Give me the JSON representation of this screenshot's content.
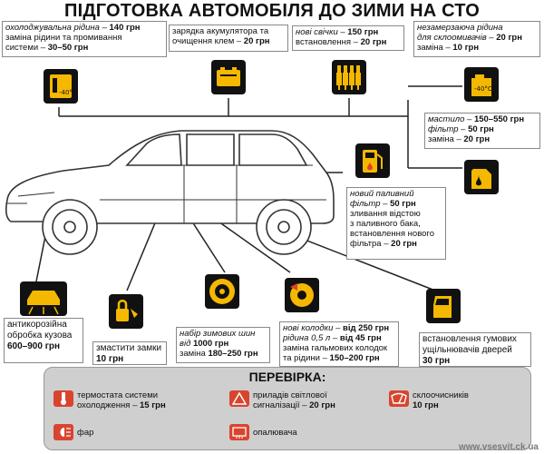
{
  "title": "ПІДГОТОВКА АВТОМОБІЛЯ ДО ЗИМИ НА СТО",
  "items": {
    "coolant": {
      "line1_it": "охолоджувальна рідина",
      "line1_price": "140 грн",
      "line2": "заміна рідини та промивання",
      "line3": "системи –",
      "line3_price": "30–50 грн",
      "icon": "coolant-temp-icon",
      "icon_text": "-40°C"
    },
    "battery": {
      "line1": "зарядка акумулятора та",
      "line2": "очищення клем –",
      "line2_price": "20 грн",
      "icon": "battery-icon"
    },
    "spark": {
      "line1_it": "нові свічки –",
      "line1_price": "150 грн",
      "line2": "встановлення –",
      "line2_price": "20 грн",
      "icon": "spark-plugs-icon"
    },
    "washer": {
      "line1_it": "незамерзаюча рідина",
      "line2_it": "для склоомивачів –",
      "line2_price": "20 грн",
      "line3": "заміна –",
      "line3_price": "10 грн",
      "icon": "washer-fluid-icon",
      "icon_text": "-40°C"
    },
    "oil": {
      "line1_it": "мастило –",
      "line1_price": "150–550 грн",
      "line2_it": "фільтр –",
      "line2_price": "50 грн",
      "line3": "заміна –",
      "line3_price": "20 грн",
      "icon": "oil-canister-icon"
    },
    "fuel": {
      "line1_it": "новий паливний",
      "line2_it": "фільтр –",
      "line2_price": "50 грн",
      "line3": "зливання відстою",
      "line4": "з паливного бака,",
      "line5": "встановлення нового",
      "line6": "фільтра –",
      "line6_price": "20 грн",
      "icon": "fuel-pump-icon"
    },
    "body": {
      "line1": "антикорозійна",
      "line2": "обробка кузова",
      "line3_price": "600–900 грн",
      "icon": "car-underbody-icon"
    },
    "locks": {
      "line1": "змастити замки",
      "line2_price": "10 грн",
      "icon": "lock-lubricant-icon"
    },
    "tires": {
      "line1_it": "набір зимових шин",
      "line2_it": "від",
      "line2_price": "1000 грн",
      "line3": "заміна",
      "line3_price": "180–250 грн",
      "icon": "tire-icon"
    },
    "brakes": {
      "line1_it": "нові колодки –",
      "line1_price": "від 250 грн",
      "line2_it": "рідина 0,5 л –",
      "line2_price": "від 45 грн",
      "line3": "заміна гальмових колодок",
      "line4": "та рідини –",
      "line4_price": "150–200 грн",
      "icon": "brake-disc-icon"
    },
    "seals": {
      "line1": "встановлення гумових",
      "line2": "ущільнювачів дверей",
      "line3_price": "30 грн",
      "icon": "car-door-icon"
    }
  },
  "check": {
    "title": "ПЕРЕВІРКА:",
    "thermostat": {
      "line1": "термостата системи",
      "line2": "охолодження –",
      "price": "15 грн",
      "icon": "thermometer-icon"
    },
    "lights": {
      "line1": "приладів світлової",
      "line2": "сигналізації –",
      "price": "20 грн",
      "icon": "hazard-triangle-icon"
    },
    "wipers": {
      "line1": "склоочисників",
      "price": "10 грн",
      "icon": "windshield-wiper-icon"
    },
    "headlights": {
      "line1": "фар",
      "icon": "headlight-icon"
    },
    "heater": {
      "line1": "опалювача",
      "icon": "rear-defrost-icon"
    }
  },
  "footer": "www.vsesvit.ck.ua",
  "colors": {
    "icon_bg": "#111111",
    "icon_accent": "#f5b800",
    "check_icon": "#d9442f",
    "panel": "#cfcfcf"
  }
}
